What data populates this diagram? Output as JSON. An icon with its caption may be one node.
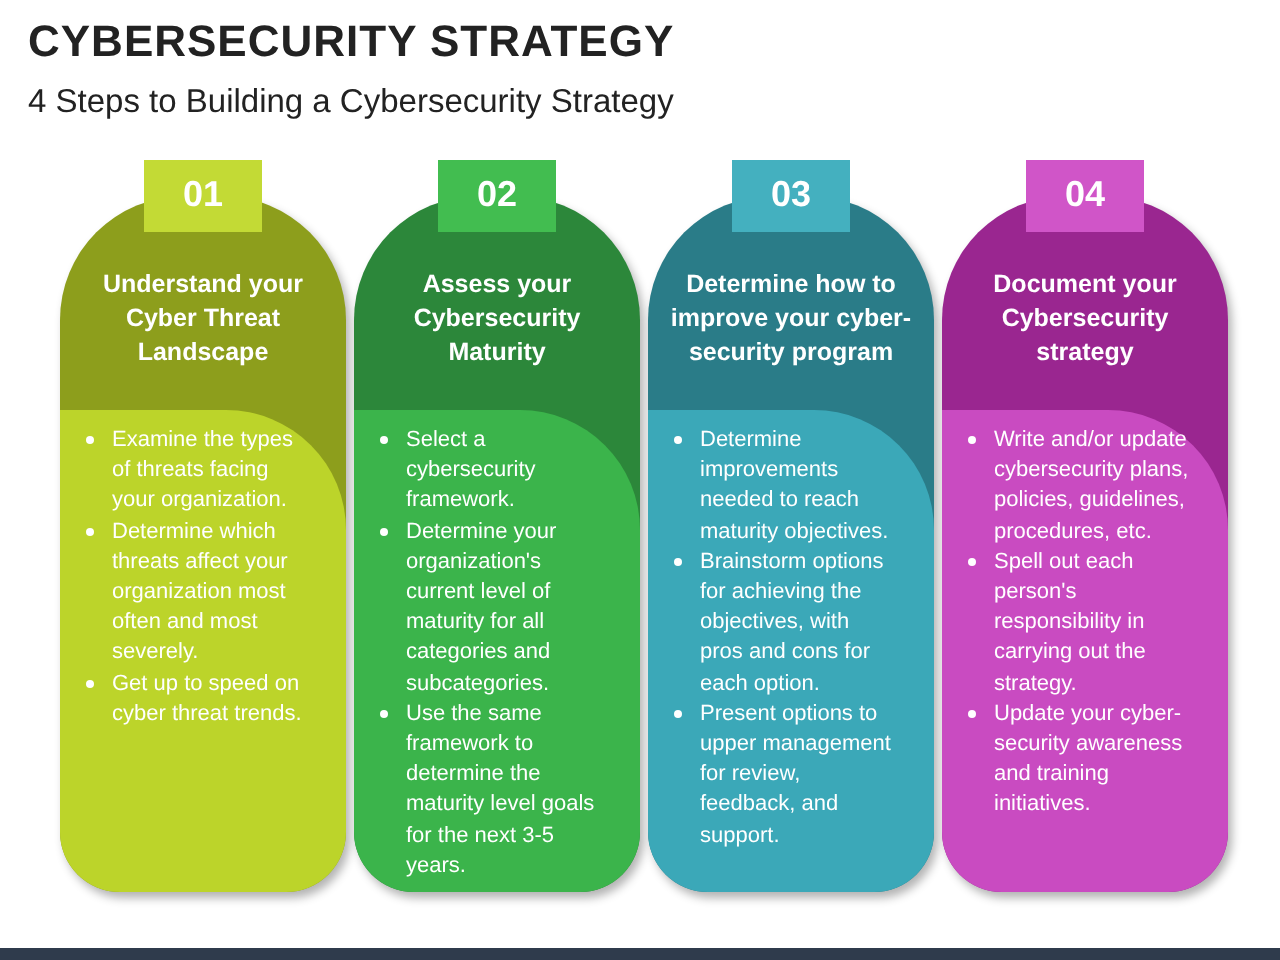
{
  "diagram": {
    "title": "CYBERSECURITY STRATEGY",
    "nodes": [
      {
        "text": [
          "01",
          "Understand your Cyber Threat Landscape",
          "Examine the types of threats facing your organization.",
          "Determine which threats affect your organization most often and most severely.",
          "Get up to speed on cyber threat trends."
        ]
      },
      {
        "text": [
          "02",
          "Assess your Cybersecurity Maturity",
          "Select a cybersecurity framework.",
          "Determine your organization's current level of maturity for all categories and subcategories.",
          "Use the same framework to determine the maturity level goals for the next 3-5 years."
        ]
      },
      {
        "text": [
          "03",
          "Determine how to improve your cyber-security program",
          "Determine improvements needed to reach maturity objectives.",
          "Brainstorm options for achieving the objectives, with pros and cons for each option.",
          "Present options to upper management for review, feedback, and support."
        ]
      },
      {
        "text": [
          "04",
          "Document your Cybersecurity strategy",
          "Write and/or update cybersecurity plans, policies, guidelines, procedures, etc.",
          "Spell out each person's responsibility in carrying out the strategy.",
          "Update your cyber-security awareness and training initiatives."
        ]
      }
    ],
    "labels": [
      "4 Steps to Building a Cybersecurity Strategy"
    ]
  }
}
